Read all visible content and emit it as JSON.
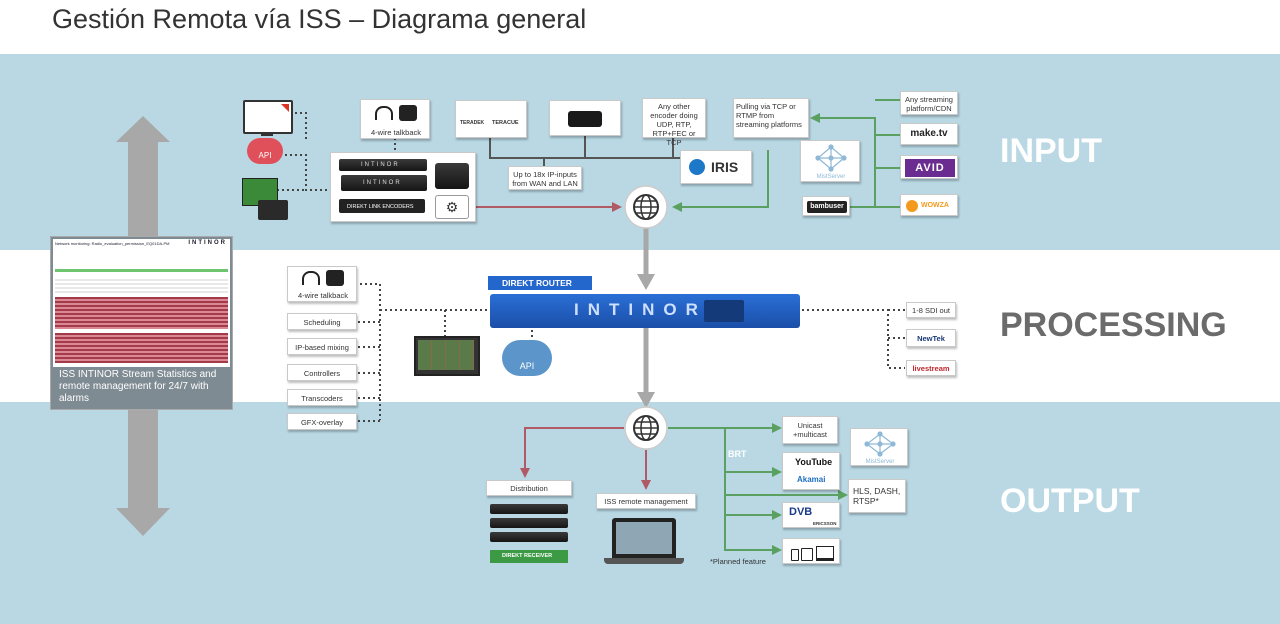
{
  "title": "Gestión Remota vía ISS – Diagrama general",
  "bands": {
    "input": "INPUT",
    "processing": "PROCESSING",
    "output": "OUTPUT"
  },
  "left_panel": {
    "header": "Network monitoring: Radio_evaluation_permission_EQ01DA-PM",
    "logo": "INTINOR",
    "caption": "ISS INTINOR Stream Statistics and remote management for 24/7 with alarms"
  },
  "input": {
    "talkback": "4-wire talkback",
    "api": "API",
    "encoders_label": "DIREKT LINK ENCODERS",
    "encoder_brand": "INTINOR",
    "teradek": "TERADEK",
    "teracue": "TERACUE",
    "other_encoder": "Any other encoder doing UDP, RTP, RTP+FEC or TCP",
    "ip_inputs": "Up to 18x IP-inputs from WAN and LAN",
    "iris": "IRIS",
    "pulling": "Pulling via TCP or RTMP from streaming platforms",
    "any_streaming": "Any streaming platform/CDN",
    "mistserver": "MistServer",
    "maketv": "make.tv",
    "avid": "AVID",
    "bambuser": "bambuser",
    "wowza": "WOWZA"
  },
  "processing": {
    "router_label": "DIREKT ROUTER",
    "router_brand": "INTINOR",
    "talkback": "4-wire talkback",
    "functions": [
      "Scheduling",
      "IP-based mixing",
      "Controllers",
      "Transcoders",
      "GFX-overlay"
    ],
    "api": "API",
    "outputs": {
      "sdi": "1-8 SDI out",
      "newtek": "NewTek",
      "livestream": "livestream"
    }
  },
  "output": {
    "distribution": "Distribution",
    "receiver": "DIREKT RECEIVER",
    "remote_mgmt": "ISS remote management",
    "unicast": "Unicast +multicast",
    "brt": "BRT",
    "mistserver": "MistServer",
    "youtube": "YouTube",
    "akamai": "Akamai",
    "hls": "HLS, DASH, RTSP*",
    "dvb": "DVB",
    "ericsson": "ERICSSON",
    "planned": "*Planned feature"
  },
  "colors": {
    "band_blue": "#b9d8e4",
    "red_line": "#b05a66",
    "green_line": "#5aa060",
    "router_blue": "#2366cc",
    "arrow_gray": "#a8a8a8"
  }
}
